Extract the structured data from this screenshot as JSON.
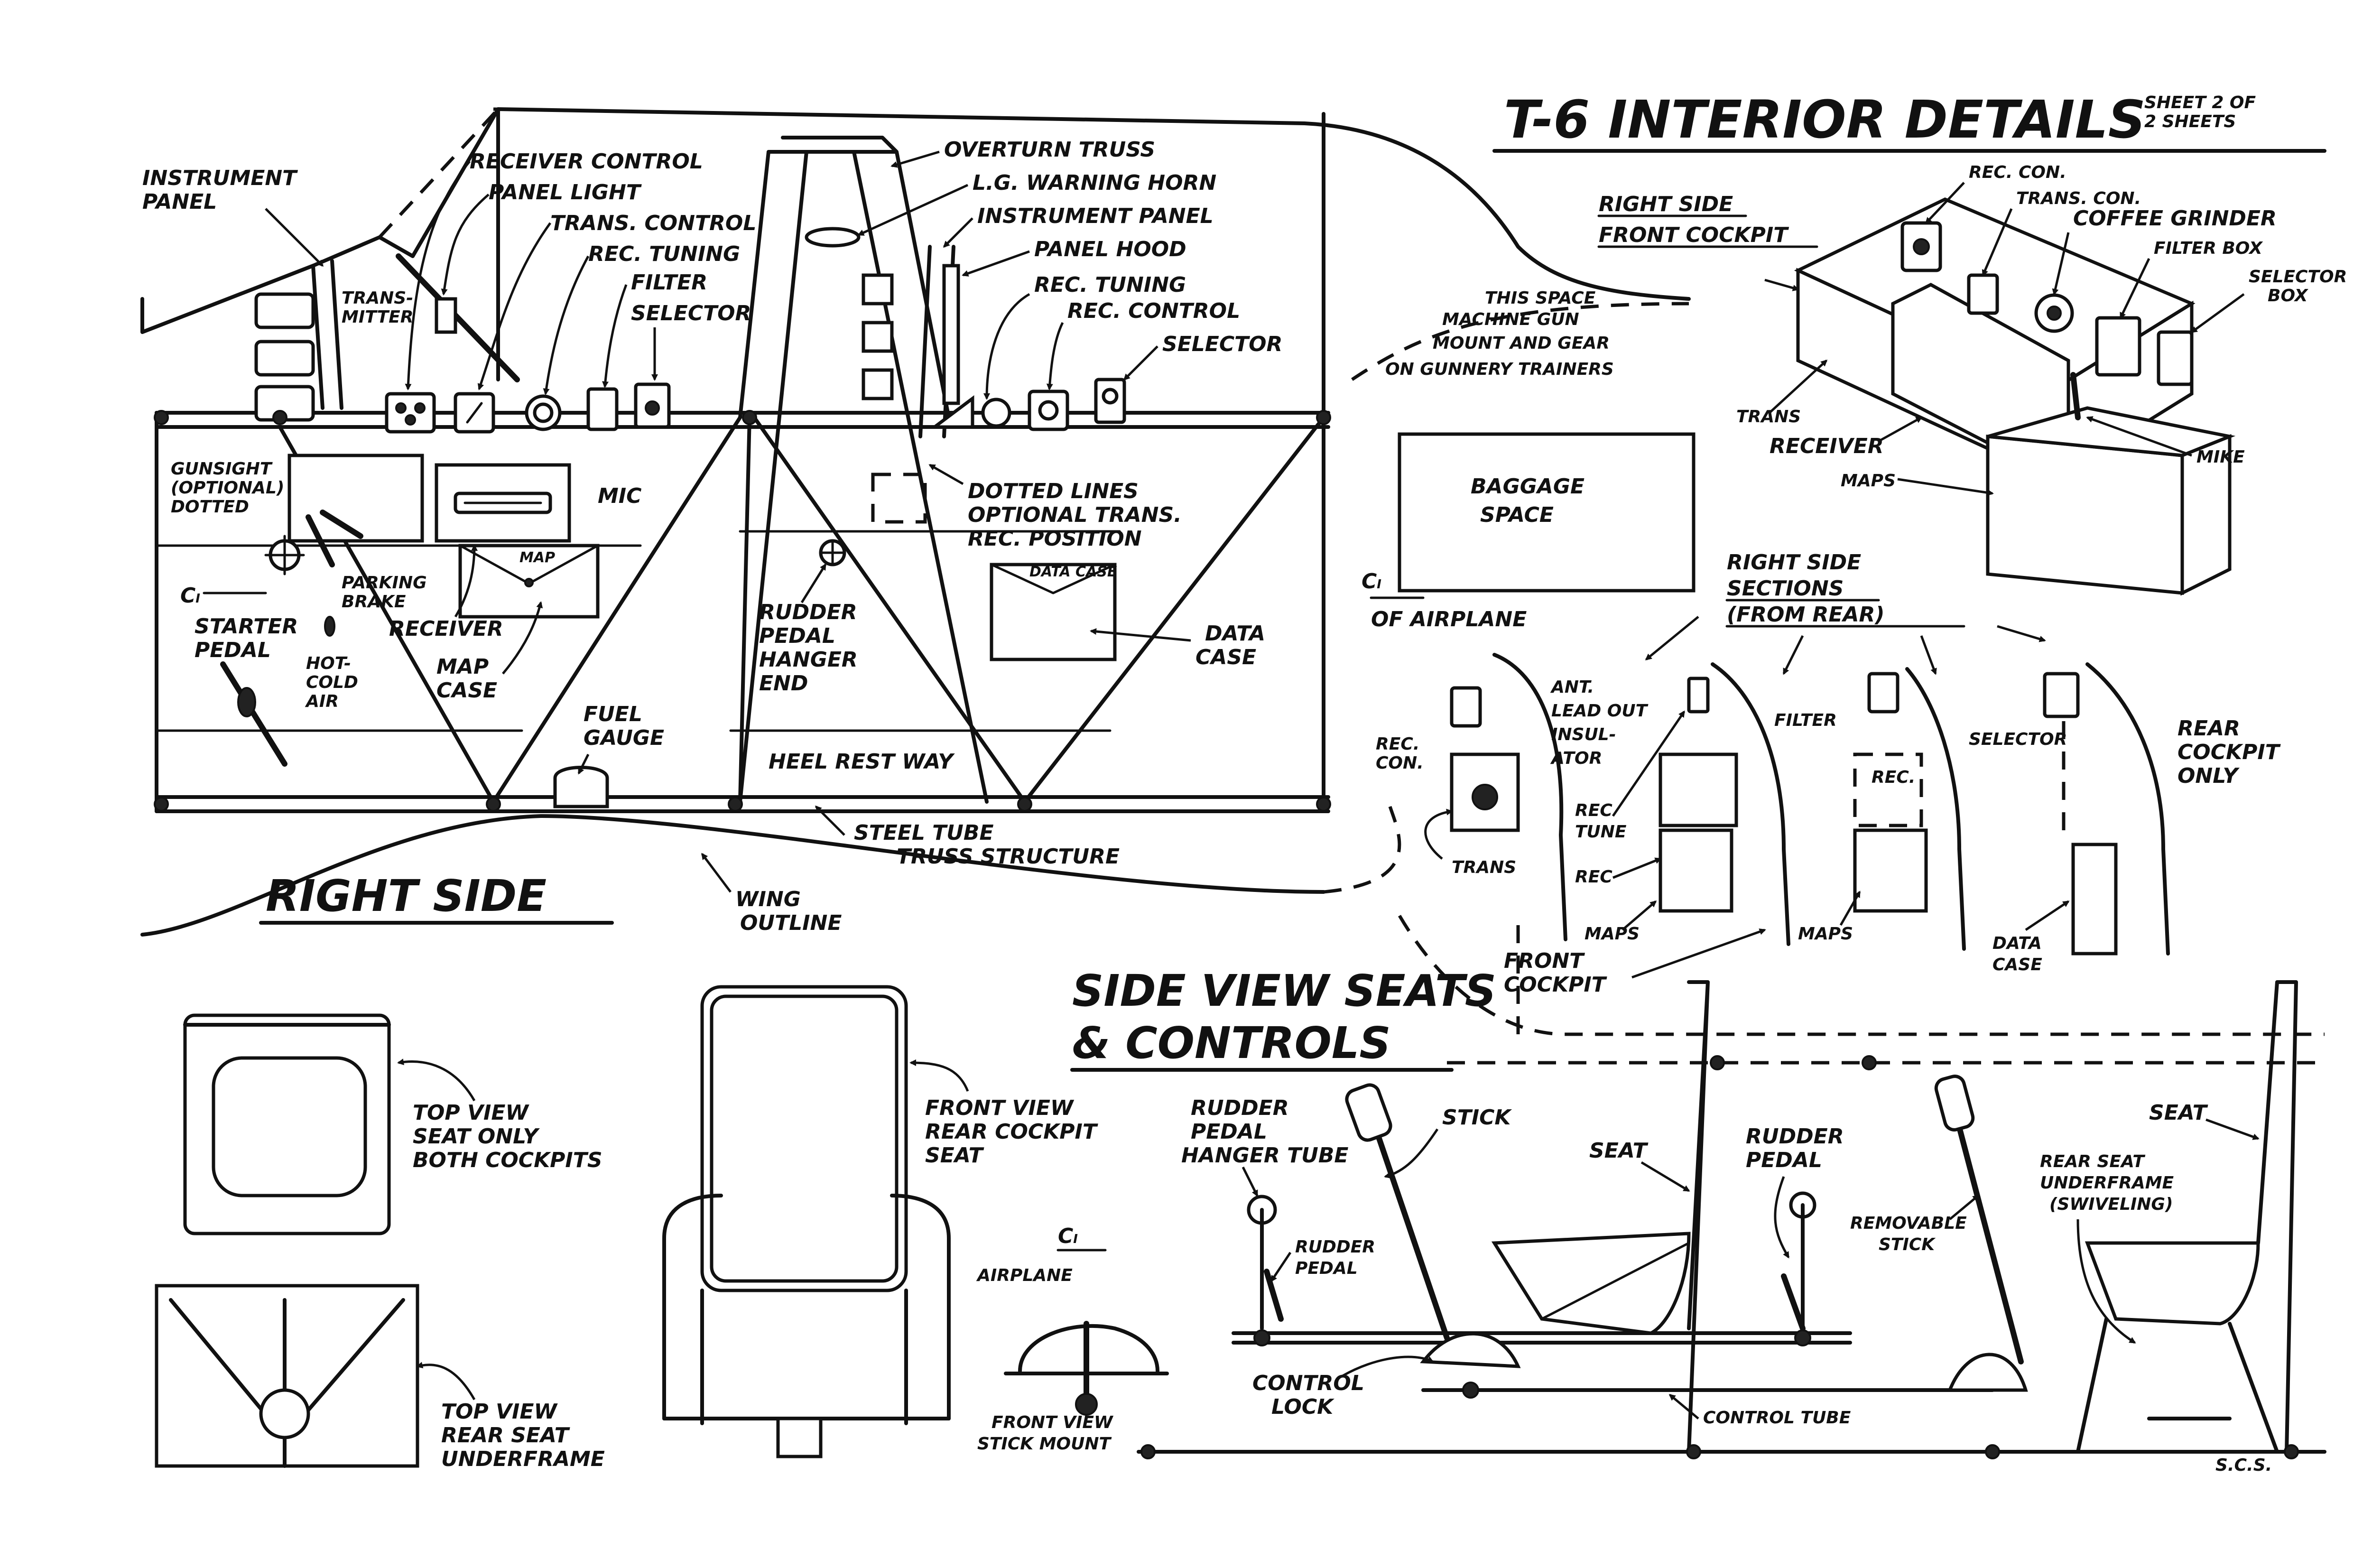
{
  "title": {
    "main": "T-6 INTERIOR DETAILS",
    "sheet_line1": "SHEET 2 OF",
    "sheet_line2": "2 SHEETS"
  },
  "right_side": {
    "heading": "RIGHT SIDE",
    "labels": {
      "instrument_panel_1": "INSTRUMENT",
      "instrument_panel_2": "PANEL",
      "receiver_control": "RECEIVER CONTROL",
      "panel_light": "PANEL LIGHT",
      "trans_control": "TRANS. CONTROL",
      "rec_tuning": "REC. TUNING",
      "filter": "FILTER",
      "selector": "SELECTOR",
      "transmitter_1": "TRANS-",
      "transmitter_2": "MITTER",
      "gunsight_1": "GUNSIGHT",
      "gunsight_2": "(OPTIONAL)",
      "gunsight_3": "DOTTED",
      "parking_brake_1": "PARKING",
      "parking_brake_2": "BRAKE",
      "receiver": "RECEIVER",
      "map_case_1": "MAP",
      "map_case_2": "CASE",
      "mic": "MIC",
      "starter_pedal_1": "STARTER",
      "starter_pedal_2": "PEDAL",
      "hot_cold_1": "HOT-",
      "hot_cold_2": "COLD",
      "hot_cold_3": "AIR",
      "cl": "Cₗ",
      "fuel_gauge_1": "FUEL",
      "fuel_gauge_2": "GAUGE",
      "overturn_truss": "OVERTURN TRUSS",
      "lg_warning_horn": "L.G. WARNING HORN",
      "instrument_panel_rear": "INSTRUMENT PANEL",
      "panel_hood": "PANEL HOOD",
      "rec_tuning_rear": "REC. TUNING",
      "rec_control_rear": "REC. CONTROL",
      "selector_rear": "SELECTOR",
      "dotted_lines_1": "DOTTED LINES",
      "dotted_lines_2": "OPTIONAL TRANS.",
      "dotted_lines_3": "REC. POSITION",
      "rudder_pedal_1": "RUDDER",
      "rudder_pedal_2": "PEDAL",
      "rudder_pedal_3": "HANGER",
      "rudder_pedal_4": "END",
      "data_case_1": "DATA",
      "data_case_2": "CASE",
      "heel_rest": "HEEL REST WAY",
      "steel_tube_1": "STEEL TUBE",
      "steel_tube_2": "TRUSS STRUCTURE",
      "wing_outline_1": "WING",
      "wing_outline_2": "OUTLINE",
      "machine_gun_1": "THIS SPACE",
      "machine_gun_2": "MACHINE GUN",
      "machine_gun_3": "MOUNT AND GEAR",
      "machine_gun_4": "ON GUNNERY TRAINERS",
      "baggage_1": "BAGGAGE",
      "baggage_2": "SPACE",
      "cl_airplane": "OF AIRPLANE",
      "map_case_box": "MAP",
      "data_case_box": "DATA CASE"
    }
  },
  "front_cockpit_iso": {
    "heading_1": "RIGHT SIDE",
    "heading_2": "FRONT COCKPIT",
    "labels": {
      "rec_con": "REC. CON.",
      "trans_con": "TRANS. CON.",
      "coffee_grinder": "COFFEE GRINDER",
      "filter_box": "FILTER BOX",
      "selector_box_1": "SELECTOR",
      "selector_box_2": "BOX",
      "trans": "TRANS",
      "receiver": "RECEIVER",
      "maps": "MAPS",
      "mike": "MIKE"
    }
  },
  "sections": {
    "heading_1": "RIGHT SIDE",
    "heading_2": "SECTIONS",
    "heading_3": "(FROM REAR)",
    "labels": {
      "rec_con_1": "REC.",
      "rec_con_2": "CON.",
      "ant_1": "ANT.",
      "ant_2": "LEAD OUT",
      "ant_3": "INSUL-",
      "ant_4": "ATOR",
      "trans": "TRANS",
      "rec_tune_1": "REC",
      "rec_tune_2": "TUNE",
      "rec": "REC",
      "rec_dotted": "REC.",
      "filter": "FILTER",
      "selector": "SELECTOR",
      "rear_cockpit_1": "REAR",
      "rear_cockpit_2": "COCKPIT",
      "rear_cockpit_3": "ONLY",
      "maps_1": "MAPS",
      "maps_2": "MAPS",
      "front_cockpit_1": "FRONT",
      "front_cockpit_2": "COCKPIT",
      "data_case_1": "DATA",
      "data_case_2": "CASE"
    }
  },
  "seats": {
    "top_view_1": "TOP VIEW",
    "top_view_2": "SEAT ONLY",
    "top_view_3": "BOTH COCKPITS",
    "underframe_1": "TOP VIEW",
    "underframe_2": "REAR SEAT",
    "underframe_3": "UNDERFRAME",
    "front_view_1": "FRONT VIEW",
    "front_view_2": "REAR COCKPIT",
    "front_view_3": "SEAT"
  },
  "controls": {
    "heading_1": "SIDE VIEW SEATS",
    "heading_2": "& CONTROLS",
    "labels": {
      "rudder_hanger_1": "RUDDER",
      "rudder_hanger_2": "PEDAL",
      "rudder_hanger_3": "HANGER TUBE",
      "stick": "STICK",
      "seat_front": "SEAT",
      "rudder_pedal_rear_1": "RUDDER",
      "rudder_pedal_rear_2": "PEDAL",
      "removable_1": "REMOVABLE",
      "removable_2": "STICK",
      "seat_rear": "SEAT",
      "underframe_1": "REAR SEAT",
      "underframe_2": "UNDERFRAME",
      "underframe_3": "(SWIVELING)",
      "rudder_pedal_front_1": "RUDDER",
      "rudder_pedal_front_2": "PEDAL",
      "cl_airplane": "AIRPLANE",
      "cl": "Cₗ",
      "stick_mount_1": "FRONT VIEW",
      "stick_mount_2": "STICK MOUNT",
      "control_lock_1": "CONTROL",
      "control_lock_2": "LOCK",
      "control_tube": "CONTROL TUBE",
      "initials": "S.C.S."
    }
  }
}
